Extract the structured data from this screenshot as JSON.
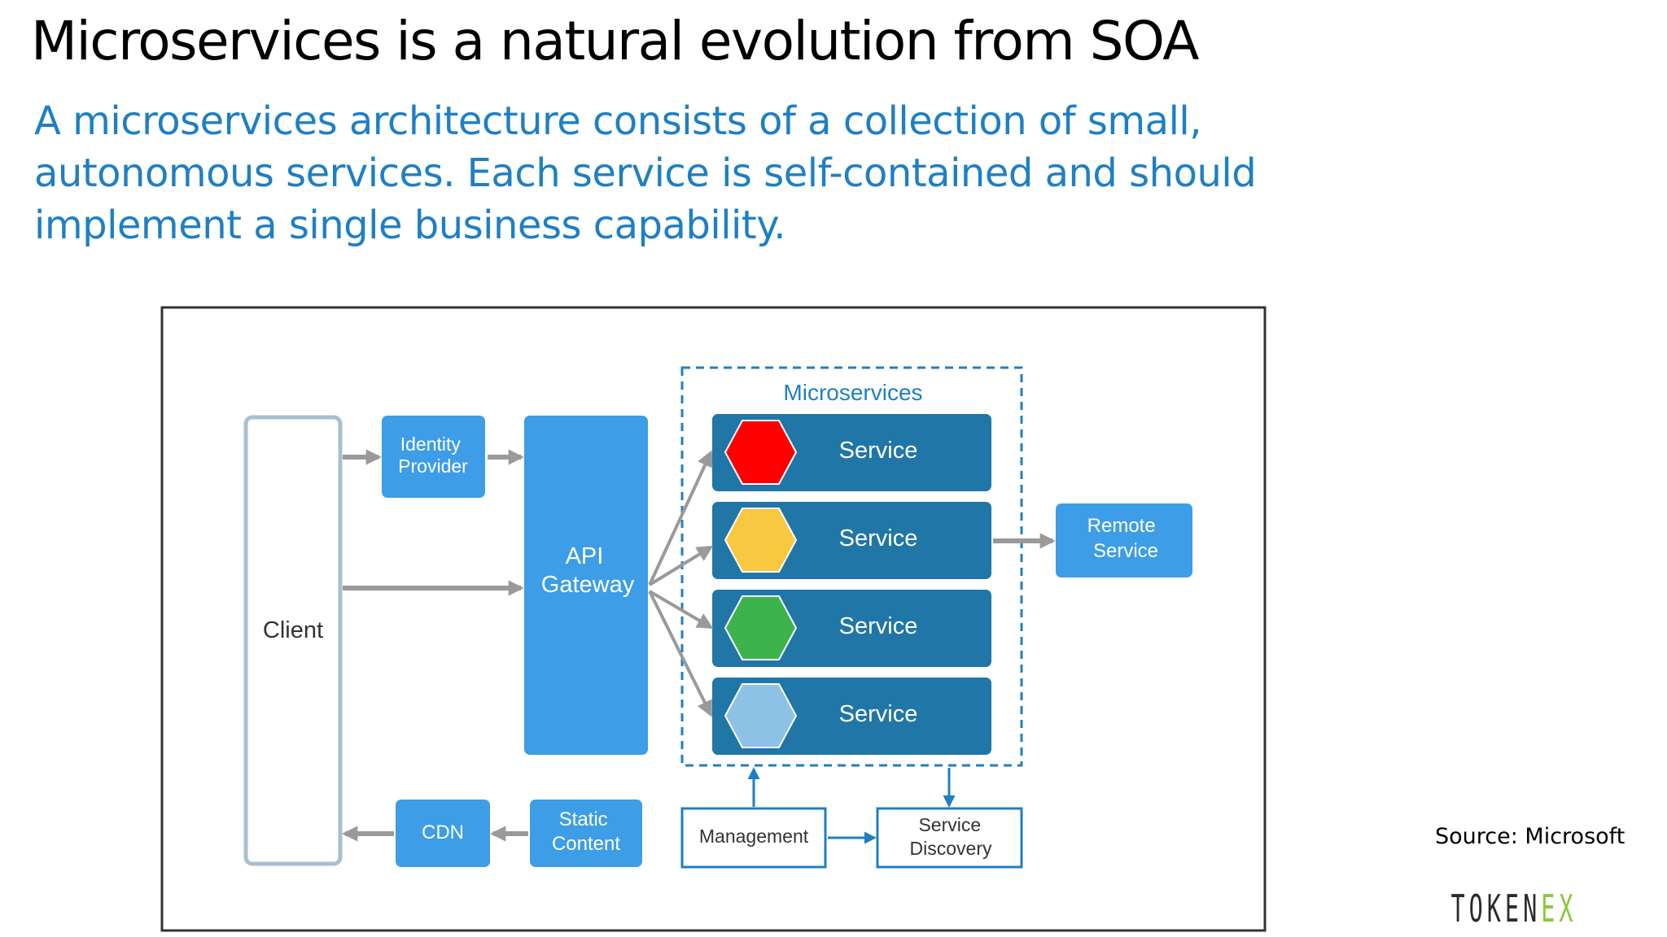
{
  "slide": {
    "title": "Microservices is a natural evolution from SOA",
    "subtitle": "A microservices architecture consists of a collection of small, autonomous services. Each service is self-contained and should implement a single business capability.",
    "source": "Source: Microsoft",
    "logo": {
      "letters": [
        "T",
        "O",
        "K",
        "E",
        "N",
        "E",
        "X"
      ],
      "color_main": "#2b2b2b",
      "color_accent": "#8cc63f"
    }
  },
  "diagram": {
    "client": "Client",
    "identity_provider": [
      "Identity",
      "Provider"
    ],
    "api_gateway": [
      "API",
      "Gateway"
    ],
    "microservices_label": "Microservices",
    "services": [
      {
        "label": "Service",
        "hex_color": "#ff0000"
      },
      {
        "label": "Service",
        "hex_color": "#f8c840"
      },
      {
        "label": "Service",
        "hex_color": "#3cb44b"
      },
      {
        "label": "Service",
        "hex_color": "#8ec1e6"
      }
    ],
    "remote_service": [
      "Remote",
      "Service"
    ],
    "cdn": "CDN",
    "static_content": [
      "Static",
      "Content"
    ],
    "management": "Management",
    "service_discovery": [
      "Service",
      "Discovery"
    ],
    "colors": {
      "box_blue": "#3d9de6",
      "service_dark": "#2076a6",
      "dashed_border": "#1f7fc4",
      "arrow_gray": "#9a9a9a",
      "arrow_blue": "#1f7fc4",
      "client_border": "#a8bfcf"
    }
  }
}
